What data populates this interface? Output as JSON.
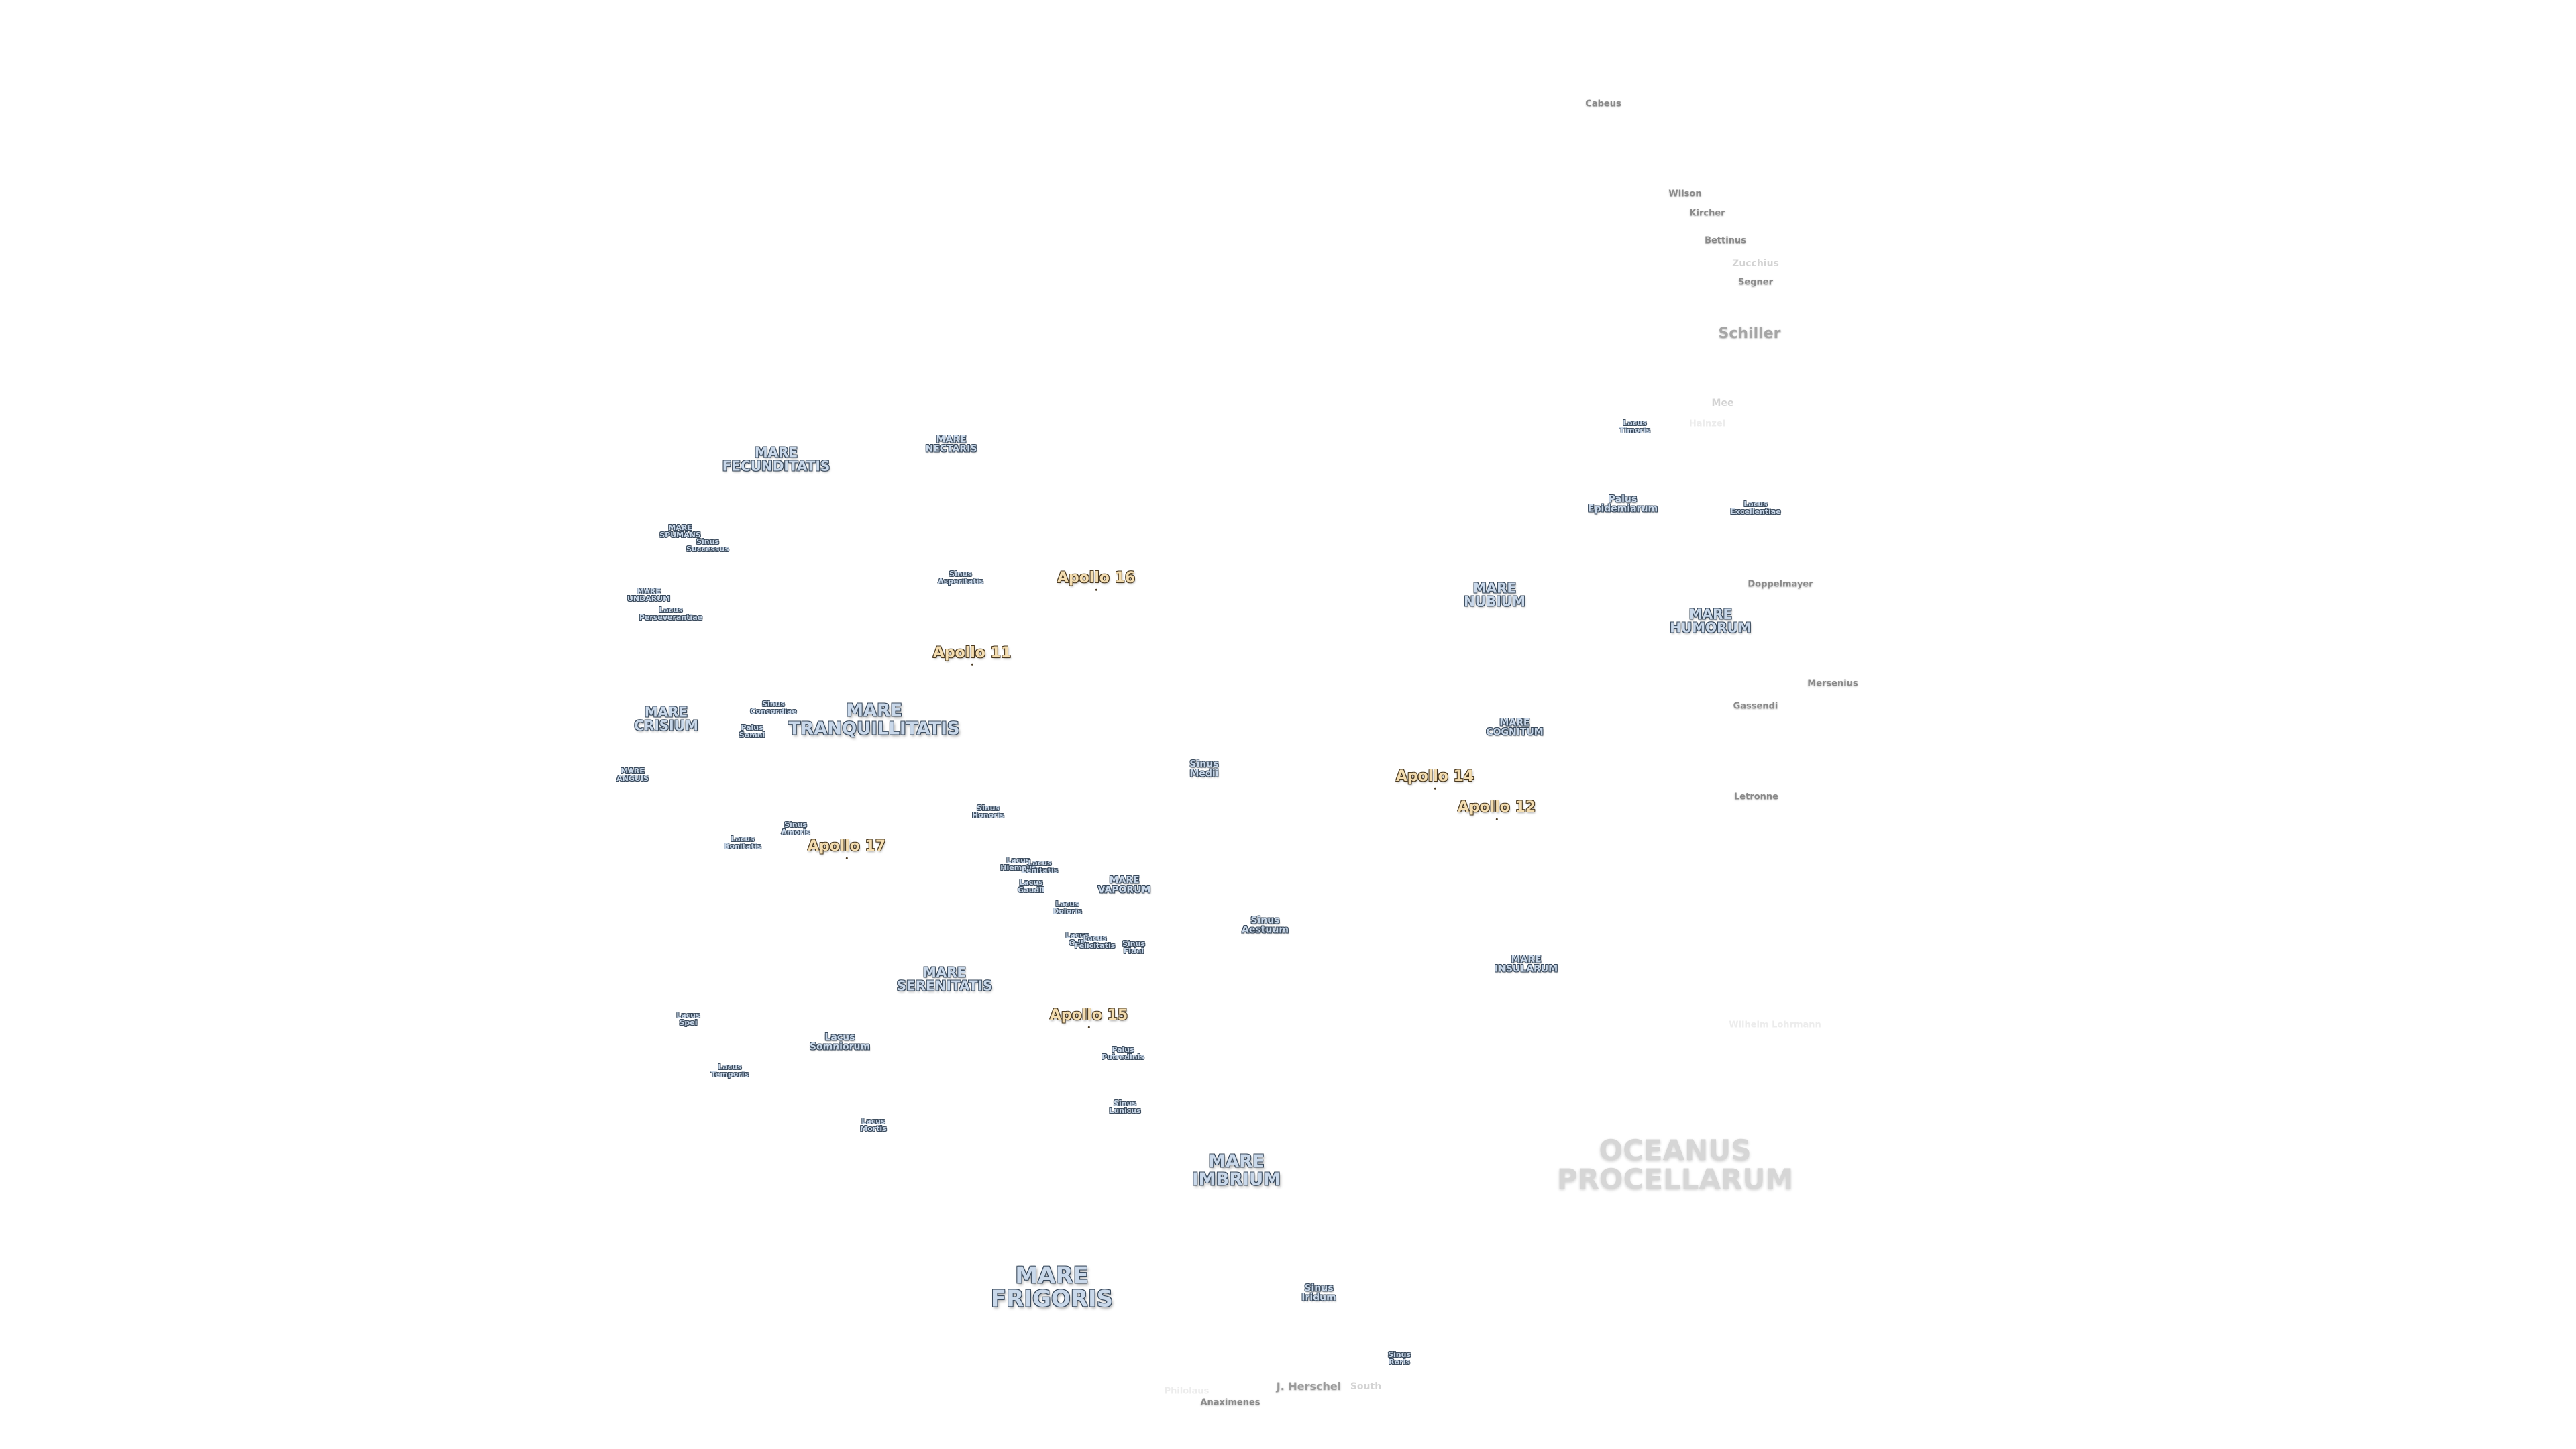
{
  "features": {
    "cabeus": "Cabeus",
    "wilson": "Wilson",
    "kircher": "Kircher",
    "bettinus": "Bettinus",
    "zucchius": "Zucchius",
    "segner": "Segner",
    "schiller": "Schiller",
    "mee": "Mee",
    "hainzel": "Hainzel",
    "lacus_timoris": "Lacus\nTimoris",
    "palus_epidemiarum": "Palus\nEpidemiarum",
    "lacus_excellentiae": "Lacus\nExcellentiae",
    "doppelmayer": "Doppelmayer",
    "mare_nubium": "MARE\nNUBIUM",
    "mare_humorum": "MARE\nHUMORUM",
    "mersenius": "Mersenius",
    "gassendi": "Gassendi",
    "mare_cognitum": "MARE\nCOGNITUM",
    "letronne": "Letronne",
    "mare_insularum": "MARE\nINSULARUM",
    "oceanus_procellarum": "OCEANUS\nPROCELLARUM",
    "sinus_medii": "Sinus\nMedii",
    "sinus_aestuum": "Sinus\nAestuum",
    "mare_vaporum": "MARE\nVAPORUM",
    "mare_imbrium": "MARE\nIMBRIUM",
    "mare_frigoris": "MARE\nFRIGORIS",
    "sinus_iridum": "Sinus\nIridum",
    "sinus_roris": "Sinus\nRoris",
    "j_herschel": "J. Herschel",
    "south": "South",
    "anaximenes": "Anaximenes",
    "philolaus": "Philolaus",
    "mare_fecunditatis": "MARE\nFECUNDITATIS",
    "mare_nectaris": "MARE\nNECTARIS",
    "mare_spumans": "MARE\nSPUMANS",
    "sinus_successus": "Sinus\nSuccessus",
    "mare_undarum": "MARE\nUNDARUM",
    "lacus_perseverantiae": "Lacus\nPerseverantiae",
    "sinus_asperitatis": "Sinus\nAsperitatis",
    "mare_crisium": "MARE\nCRISIUM",
    "sinus_concordiae": "Sinus\nConcordiae",
    "palus_somni": "Palus\nSomni",
    "mare_tranquillitatis": "MARE\nTRANQUILLITATIS",
    "mare_anguis": "MARE\nANGUIS",
    "lacus_bonitatis": "Lacus\nBonitatis",
    "sinus_amoris": "Sinus\nAmoris",
    "sinus_honoris": "Sinus\nHonoris",
    "lacus_hiemalis": "Lacus\nHiemalis",
    "lacus_lenitatis": "Lacus\nLenitatis",
    "lacus_gaudii": "Lacus\nGaudii",
    "lacus_doloris": "Lacus\nDoloris",
    "lacus_odii": "Lacus\nOdii",
    "lacus_felicitatis": "Lacus\nFelicitatis",
    "sinus_fidei": "Sinus\nFidei",
    "mare_serenitatis": "MARE\nSERENITATIS",
    "palus_putredinis": "Palus\nPutredinis",
    "sinus_lunicus": "Sinus\nLunicus",
    "lacus_spei": "Lacus\nSpei",
    "lacus_somniorum": "Lacus\nSomniorum",
    "lacus_temporis": "Lacus\nTemporis",
    "lacus_mortis": "Lacus\nMortis",
    "faint_north": "Wilhelm Lohrmann"
  },
  "landing_sites": {
    "apollo_11": "Apollo 11",
    "apollo_12": "Apollo 12",
    "apollo_14": "Apollo 14",
    "apollo_15": "Apollo 15",
    "apollo_16": "Apollo 16",
    "apollo_17": "Apollo 17"
  },
  "colors": {
    "background": "#ffffff",
    "mare_label_fill": "#c9d8ea",
    "mare_label_outline": "#3a4a5c",
    "apollo_label_fill": "#f4ddb0",
    "crater_label": "#9a9a9a"
  }
}
